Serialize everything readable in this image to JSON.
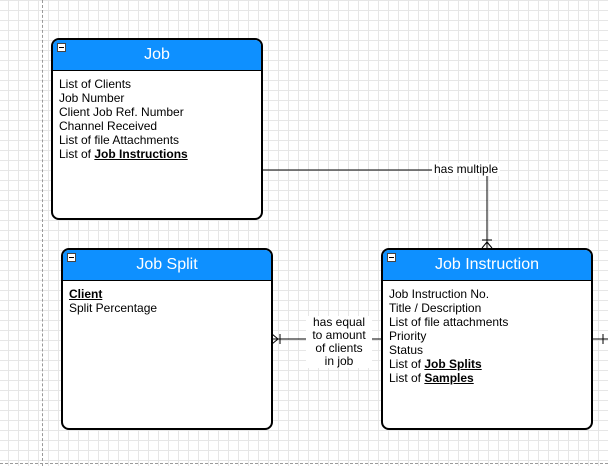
{
  "entities": {
    "job": {
      "title": "Job",
      "attributes": [
        {
          "text": "List of Clients"
        },
        {
          "text": "Job Number"
        },
        {
          "text": "Client Job Ref. Number"
        },
        {
          "text": "Channel Received"
        },
        {
          "text": "List of file Attachments"
        },
        {
          "prefix": "List of ",
          "ref": "Job Instructions"
        }
      ]
    },
    "job_split": {
      "title": "Job Split",
      "attributes": [
        {
          "ref": "Client"
        },
        {
          "text": "Split Percentage"
        }
      ]
    },
    "job_instruction": {
      "title": "Job Instruction",
      "attributes": [
        {
          "text": "Job Instruction No."
        },
        {
          "text": "Title / Description"
        },
        {
          "text": "List of file attachments"
        },
        {
          "text": "Priority"
        },
        {
          "text": "Status"
        },
        {
          "prefix": "List of ",
          "ref": "Job Splits"
        },
        {
          "prefix": "List of ",
          "ref": "Samples"
        }
      ]
    }
  },
  "relationships": {
    "job_to_instruction": {
      "label": "has multiple"
    },
    "instruction_to_split": {
      "label_lines": [
        "has equal",
        "to amount",
        "of clients",
        "in job"
      ]
    }
  }
}
